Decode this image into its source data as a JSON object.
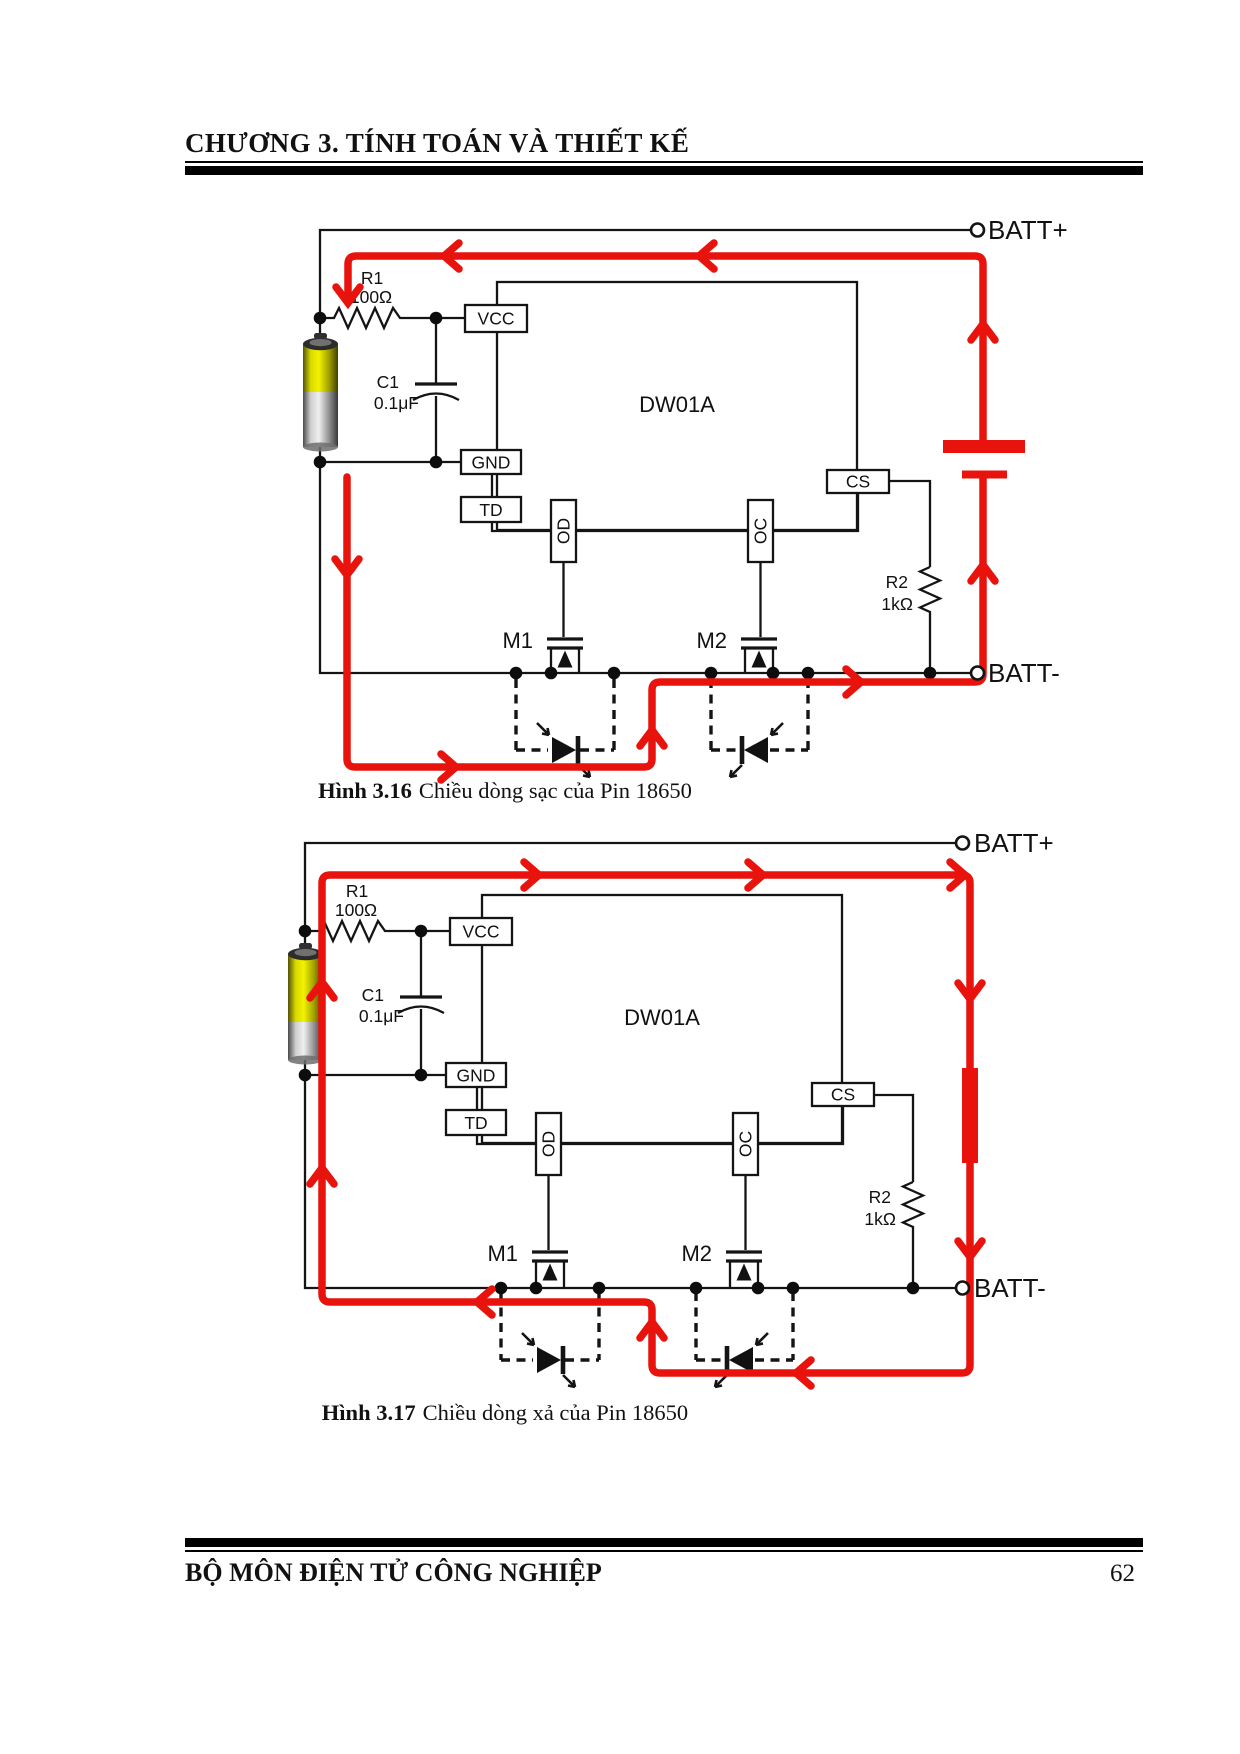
{
  "header": {
    "title": "CHƯƠNG 3. TÍNH TOÁN VÀ THIẾT KẾ"
  },
  "footer": {
    "department": "BỘ MÔN ĐIỆN TỬ CÔNG NGHIỆP",
    "page_number": "62"
  },
  "figures": [
    {
      "caption_label": "Hình 3.16",
      "caption_text": "Chiều dòng sạc của Pin 18650"
    },
    {
      "caption_label": "Hình 3.17",
      "caption_text": "Chiều dòng xả của Pin 18650"
    }
  ],
  "circuit": {
    "ic_name": "DW01A",
    "pins": {
      "vcc": "VCC",
      "gnd": "GND",
      "td": "TD",
      "od": "OD",
      "oc": "OC",
      "cs": "CS"
    },
    "components": {
      "r1": "R1",
      "r1_value": "100Ω",
      "c1": "C1",
      "c1_value": "0.1μF",
      "r2": "R2",
      "r2_value": "1kΩ",
      "m1": "M1",
      "m2": "M2"
    },
    "terminals": {
      "positive": "BATT+",
      "negative": "BATT-"
    },
    "colors": {
      "current_path": "#e8130d",
      "battery_yellow": "#d6d600",
      "battery_gray": "#9a9a9a"
    }
  }
}
